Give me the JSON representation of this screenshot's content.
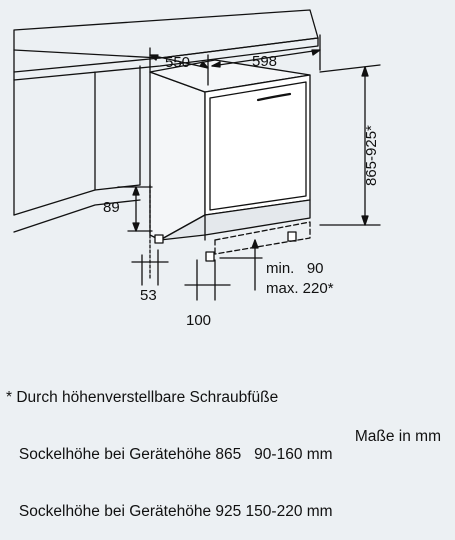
{
  "dimensions": {
    "depth": "550",
    "width": "598",
    "height_range": "865-925*",
    "toe_kick_height": "89",
    "foot_setback": "53",
    "plinth_setback": "100",
    "plinth_min": "min.   90",
    "plinth_max": "max. 220*"
  },
  "notes": {
    "line1": "* Durch höhenverstellbare Schraubfüße",
    "line2": "   Sockelhöhe bei Gerätehöhe 865   90-160 mm",
    "line3": "   Sockelhöhe bei Gerätehöhe 925 150-220 mm"
  },
  "units_label": "Maße in mm"
}
